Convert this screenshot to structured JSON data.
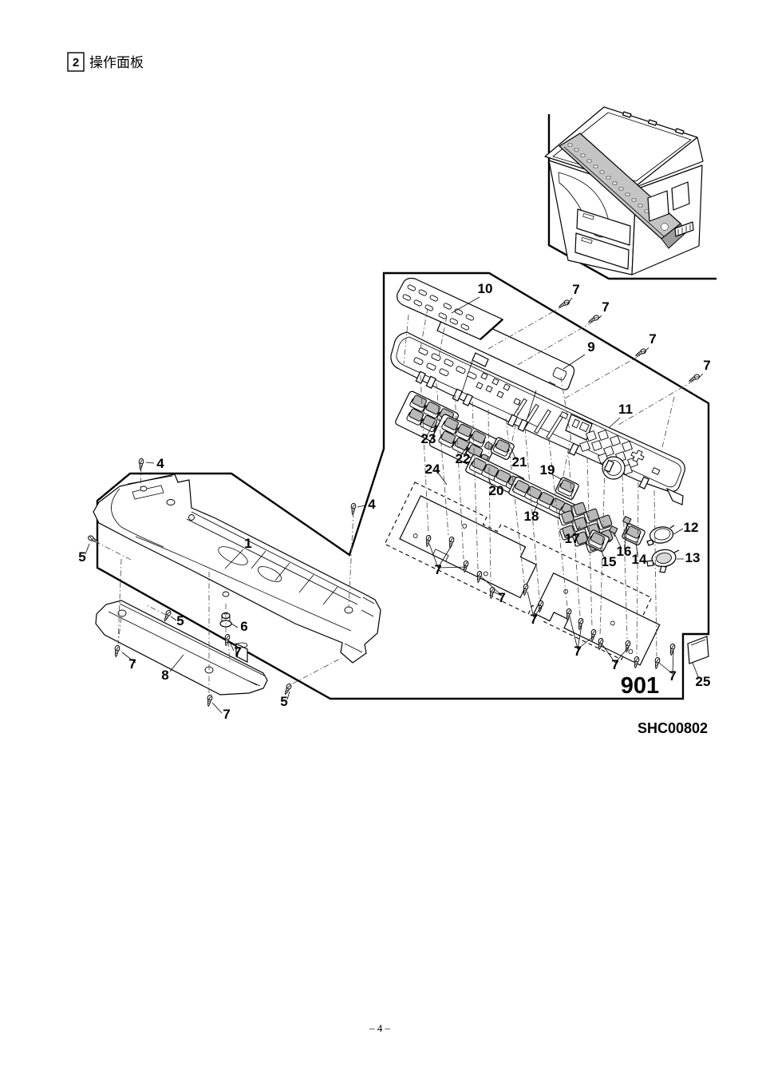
{
  "page": {
    "section_index": "2",
    "section_title": "操作面板",
    "page_number": "– 4 –"
  },
  "diagram": {
    "assembly_code": "901",
    "drawing_code": "SHC00802",
    "part_labels": [
      "4",
      "4",
      "5",
      "1",
      "5",
      "6",
      "7",
      "8",
      "7",
      "5",
      "7",
      "10",
      "7",
      "7",
      "9",
      "7",
      "7",
      "11",
      "23",
      "22",
      "21",
      "24",
      "20",
      "19",
      "18",
      "17",
      "12",
      "16",
      "15",
      "14",
      "13",
      "7",
      "7",
      "7",
      "7",
      "7",
      "7",
      "25"
    ]
  }
}
